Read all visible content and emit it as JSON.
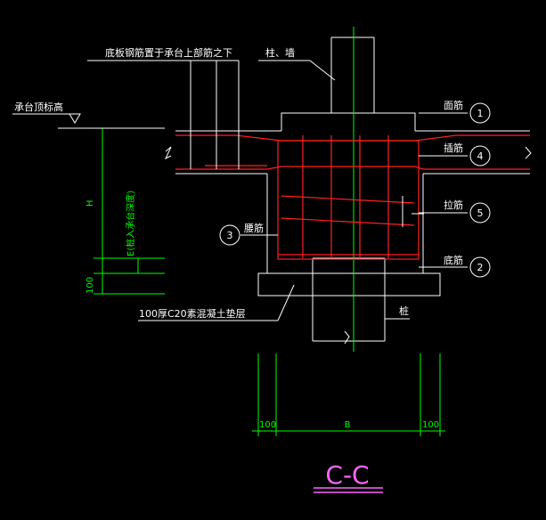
{
  "labels": {
    "bottom_mesh_note": "底板钢筋置于承台上部筋之下",
    "column_wall": "柱、墙",
    "cap_top_elev": "承台顶标高",
    "face_bar": "面筋",
    "cross_bar": "插筋",
    "tie_bar": "拉筋",
    "waist_bar": "腰筋",
    "bottom_bar": "底筋",
    "cushion_note": "100厚C20素混凝土垫层",
    "pile": "桩",
    "dim_h": "H",
    "dim_e": "E(桩入承台深度)",
    "dim_100_left": "100",
    "dim_b": "B",
    "dim_100_bottom_left": "100",
    "dim_100_bottom_right": "100",
    "section_title": "C-C"
  },
  "markers": [
    "1",
    "4",
    "5",
    "3",
    "2"
  ],
  "colors": {
    "background": "#000000",
    "outline": "#ffffff",
    "dimension": "#00ff00",
    "rebar": "#ff2020",
    "title": "#ff66ff"
  }
}
